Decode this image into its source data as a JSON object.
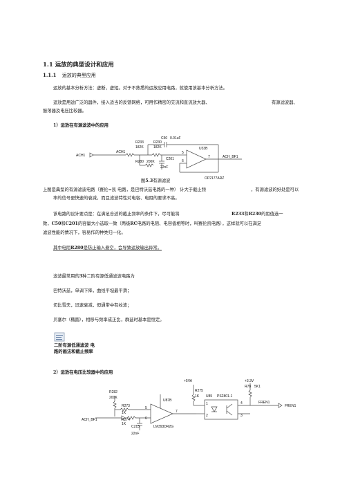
{
  "heading1": "1.1 运放的典型设计和应用",
  "heading2_num": "1.1.1",
  "heading2_text": "运放的典型应用",
  "p_intro": "运放的基本分析方法：虚断，虚短。对于不熟悉的运放应用电路，就使用该基本分析方法。",
  "p2_line1_a": "运放是用途广泛的器件，接入适当的反馈网络，可用作精密的交流和直流放大器、",
  "p2_line1_b": "有源滤波器、",
  "p2_line2": "振荡器及电压比较器。",
  "sec1_title": "1）运放在有源滤波中的应用",
  "fig1": {
    "caption_prefix": "图",
    "caption_num": "5.3",
    "caption_text": "有源滤波",
    "labels": {
      "r233": "R233",
      "r233v": "182K",
      "r230": "R230",
      "r230v": "182K",
      "c50": "C50",
      "c50v": "0.01uF",
      "r280": "R280",
      "r280v": "200K",
      "c201": "C201",
      "c201v": "22nF",
      "u": "U33B",
      "pin5": "5",
      "pin6": "6",
      "pin7": "7",
      "in": "ACH1",
      "in2": "ACH1",
      "out": "ACH_BF1",
      "part": "OP2177ARZ"
    }
  },
  "p3_line1_a": "上图是典型的有源滤波电路（赛伦",
  "p3_line1_b": "=凯  电路，是巴特沃兹电路的一种）",
  "p3_line1_c": "  计大于截止频",
  "p3_line1_d": "，有源滤波的好处是可以",
  "p3_line2": "率的信号更快速的衰减，而且滤波特性对电容、电阻的要求不高。",
  "p4_line1_a": "该电路的设计要点是：在满足合适的截止频率的条件下，尽可能将",
  "p4_line1_r1": "R233",
  "p4_line1_and": "和",
  "p4_line1_r2": "R230",
  "p4_line1_b": "的阻值选一",
  "p4_line2_a": "致，",
  "p4_line2_c1": "C50",
  "p4_line2_and": "和",
  "p4_line2_c2": "C201",
  "p4_line2_b": "的容量大小选取一致（两级",
  "p4_line2_rc": "RC",
  "p4_line2_c": "电路的电阻、电容值相等时，叫赛伦凯电路），这样就可以在满足",
  "p4_line3": "滤波性能的情况下，容易作的种类归一化。",
  "p5_a": "其中电阻",
  "p5_r": "R280",
  "p5_b": "是防止输入悬空，会导致运放输出异常。",
  "p6_a": "滤波最常用的",
  "p6_n": "3",
  "p6_b": "种二阶有源低通滤波电路为",
  "p7": "巴特沃兹，单调下降，曲线平坦最平滑；",
  "p8": "切比雪夫，迅速衰减，但通带中有纹波；",
  "p9": "贝塞尔（椭圆），相移与频率成正比，群延时基本是恒定。",
  "attach_line1": "二阶有源低通滤波  电",
  "attach_line2": "路的画法和截止频率",
  "sec2_title": "2）运放在电压比较器中的应用",
  "fig2": {
    "labels": {
      "v5": "+5VA",
      "v33": "+3.3V",
      "r282": "R282",
      "r282v": "200K",
      "r273": "R273",
      "r273v": "1K",
      "r274": "R274",
      "r274v": "1K",
      "c213": "C213",
      "c213v": "22nF",
      "u87": "U87B",
      "ic": "LM393DR2G",
      "pin5": "5",
      "pin6": "6",
      "pin7": "7",
      "r275": "R275",
      "r275v": "1K",
      "u85": "U85",
      "opto": "PS2801-1",
      "r78": "R78",
      "r78v": "5K1",
      "p1": "1",
      "p2": "2",
      "p3": "3",
      "p4": "4",
      "fren": "FREN1",
      "fren2": "FREN1",
      "in": "ACH_BF1"
    }
  }
}
